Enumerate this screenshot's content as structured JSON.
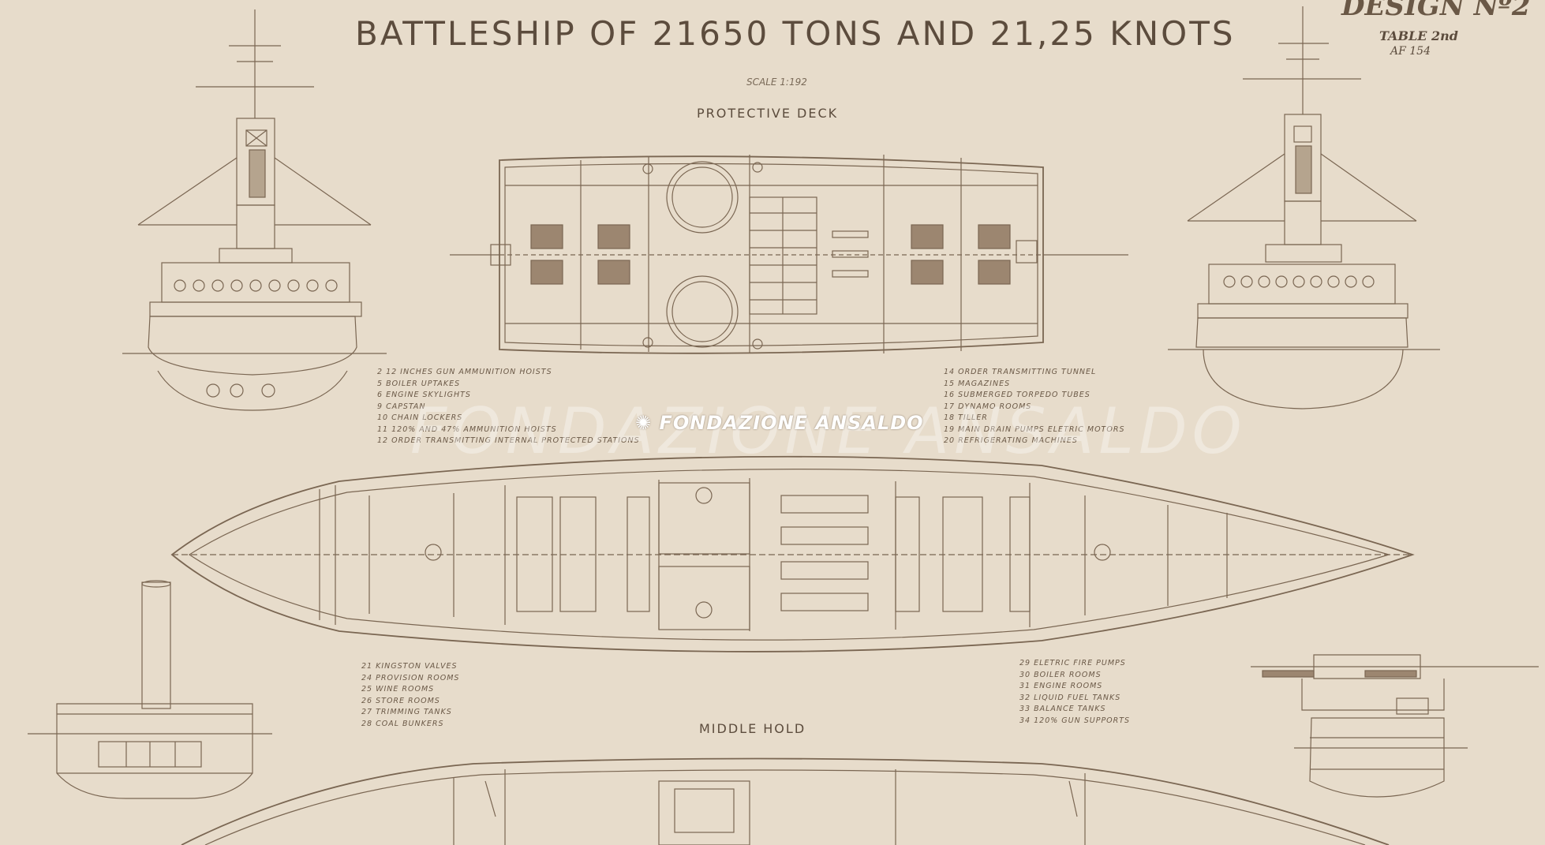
{
  "title": "BATTLESHIP OF 21650 TONS AND 21,25 KNOTS",
  "design": "DESIGN Nº2",
  "table": "TABLE 2nd",
  "table_code": "AF 154",
  "scale": "SCALE 1:192",
  "sections": {
    "protective_deck": "PROTECTIVE DECK",
    "middle_hold": "MIDDLE HOLD"
  },
  "legends": {
    "upper_left": [
      "2  12 INCHES GUN AMMUNITION HOISTS",
      "5  BOILER UPTAKES",
      "6  ENGINE SKYLIGHTS",
      "9  CAPSTAN",
      "10 CHAIN LOCKERS",
      "11 120% AND 47% AMMUNITION HOISTS",
      "12 ORDER TRANSMITTING INTERNAL PROTECTED STATIONS"
    ],
    "upper_right": [
      "14 ORDER TRANSMITTING TUNNEL",
      "15 MAGAZINES",
      "16 SUBMERGED TORPEDO TUBES",
      "17 DYNAMO ROOMS",
      "18 TILLER",
      "19 MAIN DRAIN PUMPS ELETRIC MOTORS",
      "20 REFRIGERATING MACHINES"
    ],
    "lower_left": [
      "21 KINGSTON VALVES",
      "24 PROVISION ROOMS",
      "25 WINE ROOMS",
      "26 STORE ROOMS",
      "27 TRIMMING TANKS",
      "28 COAL BUNKERS"
    ],
    "lower_right": [
      "29 ELETRIC FIRE PUMPS",
      "30 BOILER ROOMS",
      "31 ENGINE ROOMS",
      "32 LIQUID FUEL TANKS",
      "33 BALANCE TANKS",
      "34 120% GUN SUPPORTS"
    ]
  },
  "watermark": "FONDAZIONE ANSALDO",
  "colors": {
    "paper": "#e7dccb",
    "ink": "#5c4c3d",
    "line": "#7a6652"
  }
}
